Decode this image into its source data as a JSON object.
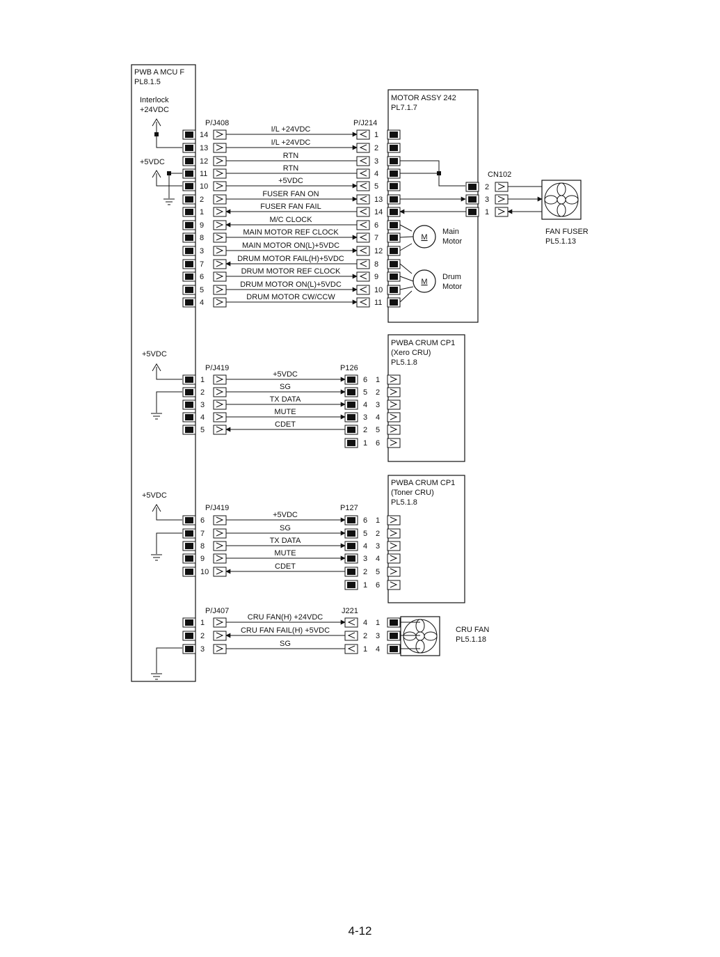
{
  "page_number": "4-12",
  "mcu_board": {
    "name": "PWB A MCU F",
    "pl": "PL8.1.5"
  },
  "motor_assy": {
    "name": "MOTOR ASSY 242",
    "pl": "PL7.1.7"
  },
  "interlock": {
    "line1": "Interlock",
    "line2": "+24VDC"
  },
  "supply_5v": "+5VDC",
  "connectors": {
    "pj408": "P/J408",
    "pj214": "P/J214",
    "cn102": "CN102",
    "pj419a": "P/J419",
    "p126": "P126",
    "pj419b": "P/J419",
    "p127": "P127",
    "pj407": "P/J407",
    "j221": "J221"
  },
  "group1": {
    "rows": [
      {
        "left": "14",
        "right": "1",
        "signal": "I/L +24VDC"
      },
      {
        "left": "13",
        "right": "2",
        "signal": "I/L +24VDC"
      },
      {
        "left": "12",
        "right": "3",
        "signal": "RTN"
      },
      {
        "left": "11",
        "right": "4",
        "signal": "RTN"
      },
      {
        "left": "10",
        "right": "5",
        "signal": "+5VDC"
      },
      {
        "left": "2",
        "right": "13",
        "signal": "FUSER FAN ON"
      },
      {
        "left": "1",
        "right": "14",
        "signal": "FUSER FAN FAIL"
      },
      {
        "left": "9",
        "right": "6",
        "signal": "M/C CLOCK"
      },
      {
        "left": "8",
        "right": "7",
        "signal": "MAIN MOTOR REF CLOCK"
      },
      {
        "left": "3",
        "right": "12",
        "signal": "MAIN MOTOR ON(L)+5VDC"
      },
      {
        "left": "7",
        "right": "8",
        "signal": "DRUM MOTOR FAIL(H)+5VDC"
      },
      {
        "left": "6",
        "right": "9",
        "signal": "DRUM MOTOR REF CLOCK"
      },
      {
        "left": "5",
        "right": "10",
        "signal": "DRUM MOTOR ON(L)+5VDC"
      },
      {
        "left": "4",
        "right": "11",
        "signal": "DRUM MOTOR CW/CCW"
      }
    ]
  },
  "cn102_pins": [
    "2",
    "3",
    "1"
  ],
  "fan_fuser": {
    "name": "FAN FUSER",
    "pl": "PL5.1.13"
  },
  "main_motor": {
    "symbol": "M",
    "line1": "Main",
    "line2": "Motor"
  },
  "drum_motor": {
    "symbol": "M",
    "line1": "Drum",
    "line2": "Motor"
  },
  "crum_xero": {
    "name": "PWBA CRUM CP1",
    "sub": "(Xero CRU)",
    "pl": "PL5.1.8",
    "rows": [
      {
        "left": "1",
        "mid": "6",
        "right": "1",
        "signal": "+5VDC"
      },
      {
        "left": "2",
        "mid": "5",
        "right": "2",
        "signal": "SG"
      },
      {
        "left": "3",
        "mid": "4",
        "right": "3",
        "signal": "TX DATA"
      },
      {
        "left": "4",
        "mid": "3",
        "right": "4",
        "signal": "MUTE"
      },
      {
        "left": "5",
        "mid": "2",
        "right": "5",
        "signal": "CDET"
      },
      {
        "left": "",
        "mid": "1",
        "right": "6",
        "signal": ""
      }
    ]
  },
  "crum_toner": {
    "name": "PWBA CRUM CP1",
    "sub": "(Toner CRU)",
    "pl": "PL5.1.8",
    "rows": [
      {
        "left": "6",
        "mid": "6",
        "right": "1",
        "signal": "+5VDC"
      },
      {
        "left": "7",
        "mid": "5",
        "right": "2",
        "signal": "SG"
      },
      {
        "left": "8",
        "mid": "4",
        "right": "3",
        "signal": "TX DATA"
      },
      {
        "left": "9",
        "mid": "3",
        "right": "4",
        "signal": "MUTE"
      },
      {
        "left": "10",
        "mid": "2",
        "right": "5",
        "signal": "CDET"
      },
      {
        "left": "",
        "mid": "1",
        "right": "6",
        "signal": ""
      }
    ]
  },
  "cru_fan_group": {
    "rows": [
      {
        "left": "1",
        "mid": "4",
        "right": "1",
        "signal": "CRU FAN(H) +24VDC"
      },
      {
        "left": "2",
        "mid": "2",
        "right": "3",
        "signal": "CRU FAN FAIL(H) +5VDC"
      },
      {
        "left": "3",
        "mid": "1",
        "right": "4",
        "signal": "SG"
      }
    ]
  },
  "cru_fan": {
    "name": "CRU FAN",
    "pl": "PL5.1.18"
  }
}
